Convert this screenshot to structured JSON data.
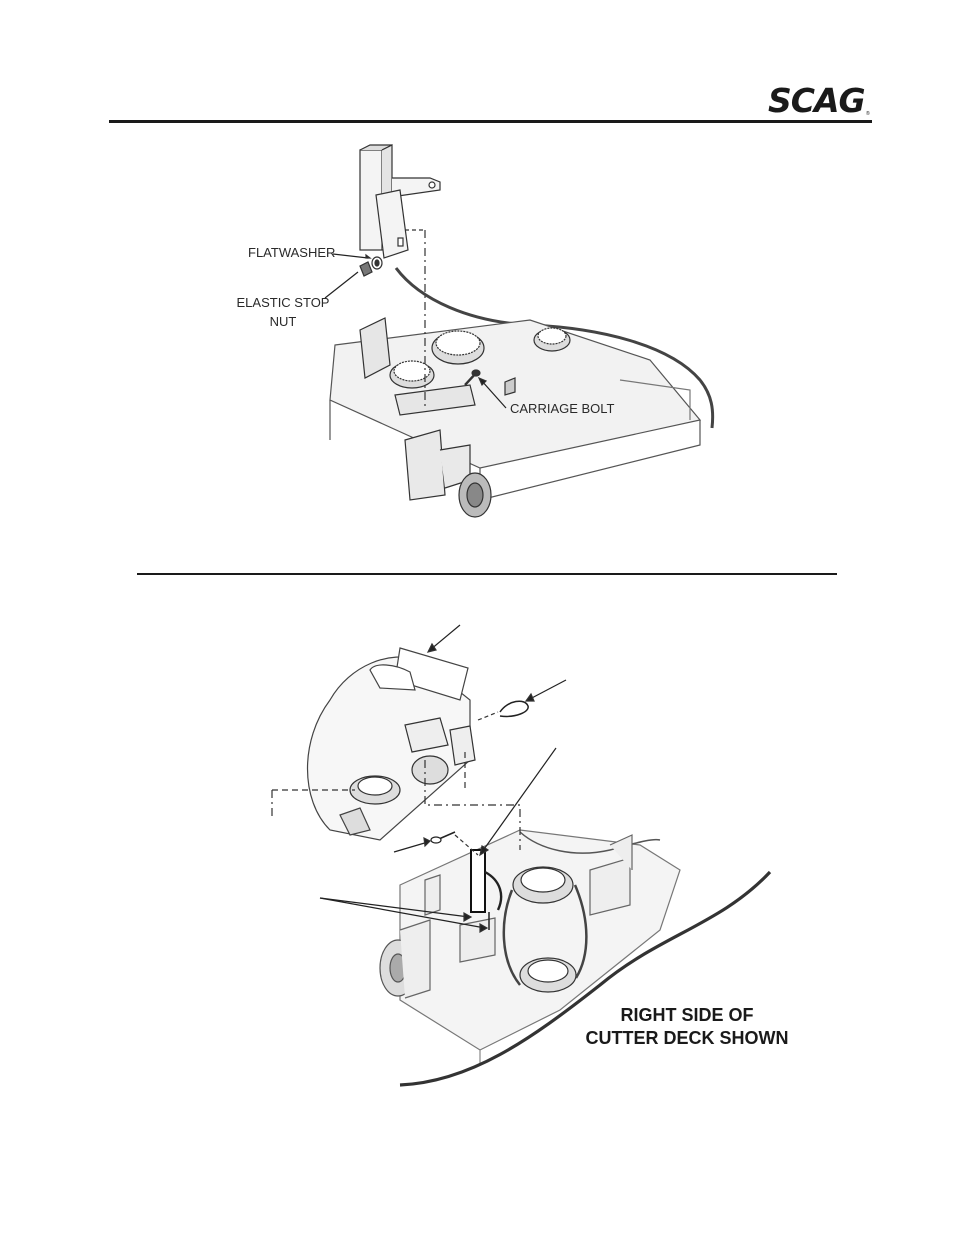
{
  "header": {
    "logo_text": "SCAG",
    "logo_mark": "®"
  },
  "figure1": {
    "labels": {
      "flatwasher": "FLATWASHER",
      "elastic_stop_nut_line1": "ELASTIC STOP",
      "elastic_stop_nut_line2": "NUT",
      "carriage_bolt": "CARRIAGE BOLT"
    }
  },
  "figure2": {
    "caption_line1": "RIGHT SIDE OF",
    "caption_line2": "CUTTER DECK SHOWN"
  }
}
